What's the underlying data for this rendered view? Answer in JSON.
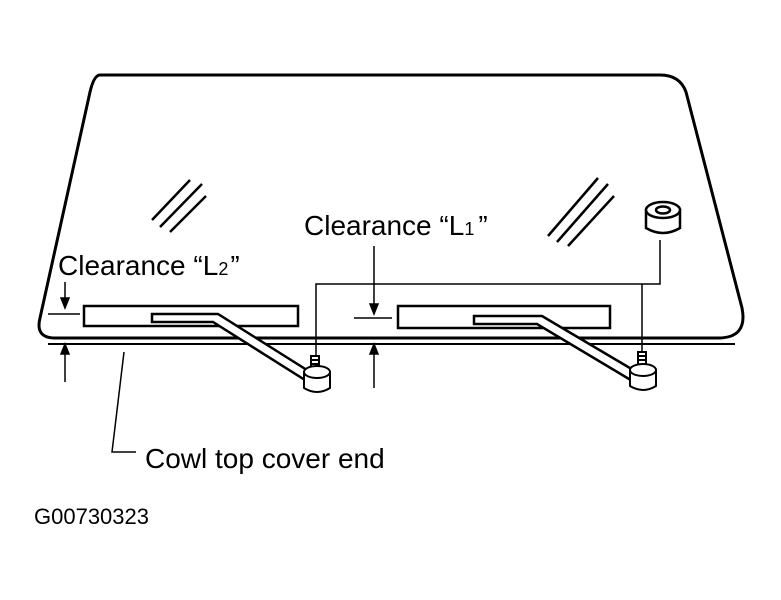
{
  "labels": {
    "clearance_l1": {
      "prefix": "Clearance “L",
      "sub": "1",
      "suffix": "”"
    },
    "clearance_l2": {
      "prefix": "Clearance “L",
      "sub": "2",
      "suffix": "”"
    },
    "cowl_top_cover_end": "Cowl top cover end",
    "figure_code": "G00730323"
  },
  "colors": {
    "ink": "#000000",
    "paper": "#ffffff"
  }
}
